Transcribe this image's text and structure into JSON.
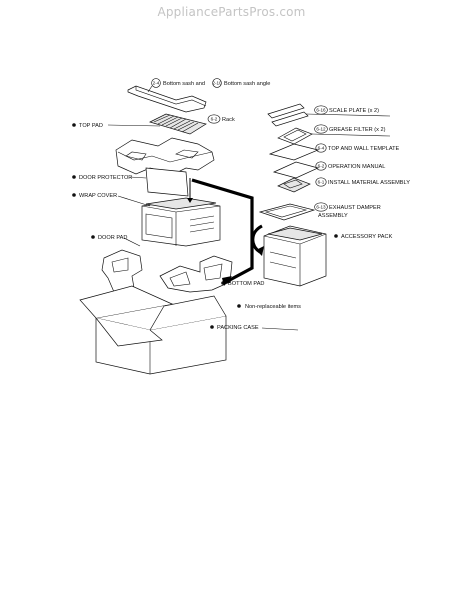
{
  "watermark": "AppliancePartsPros.com",
  "labels": {
    "bottom_sash": {
      "num1": "2-4",
      "text1": "Bottom sash and",
      "num2": "2-10",
      "text2": "Bottom sash angle"
    },
    "rack": {
      "num": "6-2",
      "text": "Rack"
    },
    "top_pad": {
      "text": "TOP PAD"
    },
    "door_protector": {
      "text": "DOOR PROTECTOR"
    },
    "wrap_cover": {
      "text": "WRAP COVER"
    },
    "door_pad": {
      "text": "DOOR PAD"
    },
    "bottom_pad": {
      "text": "BOTTOM PAD"
    },
    "packing_case": {
      "text": "PACKING CASE"
    },
    "scale_plate": {
      "num": "6-16",
      "text": "SCALE PLATE (x 2)"
    },
    "grease_filter": {
      "num": "6-12",
      "text": "GREASE FILTER (x 2)"
    },
    "template": {
      "num": "6-4",
      "text": "TOP AND WALL TEMPLATE"
    },
    "manual": {
      "num": "6-2",
      "text": "OPERATION MANUAL"
    },
    "install_assembly": {
      "num": "6-1",
      "text": "INSTALL MATERIAL ASSEMBLY"
    },
    "damper_1": {
      "num": "6-13",
      "text": "EXHAUST DAMPER"
    },
    "damper_2": {
      "text": "ASSEMBLY"
    },
    "accessory_pack": {
      "text": "ACCESSORY PACK"
    },
    "legend": {
      "text": "Non-replaceable items"
    }
  }
}
